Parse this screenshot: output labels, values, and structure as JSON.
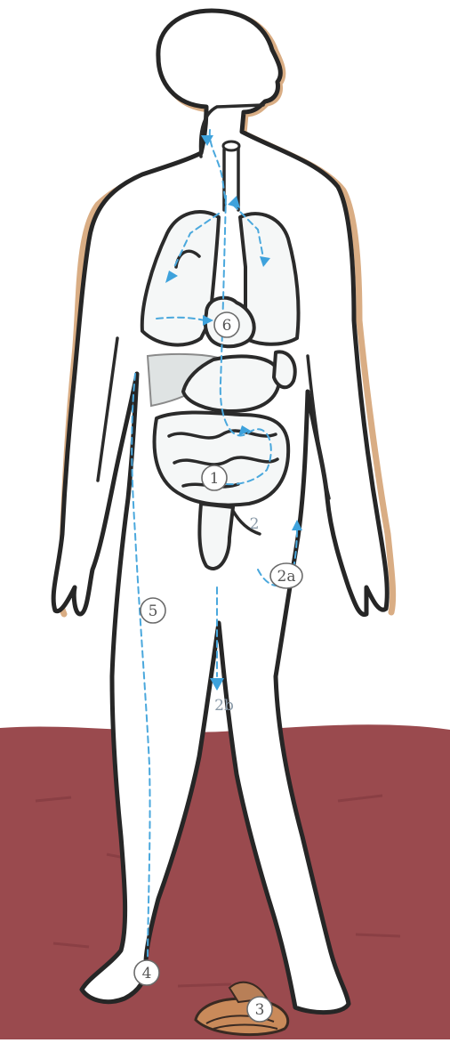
{
  "diagram": {
    "colors": {
      "ground": "#9a4a4e",
      "outline": "#262626",
      "shadow": "#d9ad84",
      "flow": "#4aa8dd",
      "shell": "#c98a5a"
    },
    "labels": {
      "l1": "1",
      "l2": "2",
      "l2a": "2a",
      "l2b": "2b",
      "l3": "3",
      "l4": "4",
      "l5": "5",
      "l6": "6"
    }
  }
}
